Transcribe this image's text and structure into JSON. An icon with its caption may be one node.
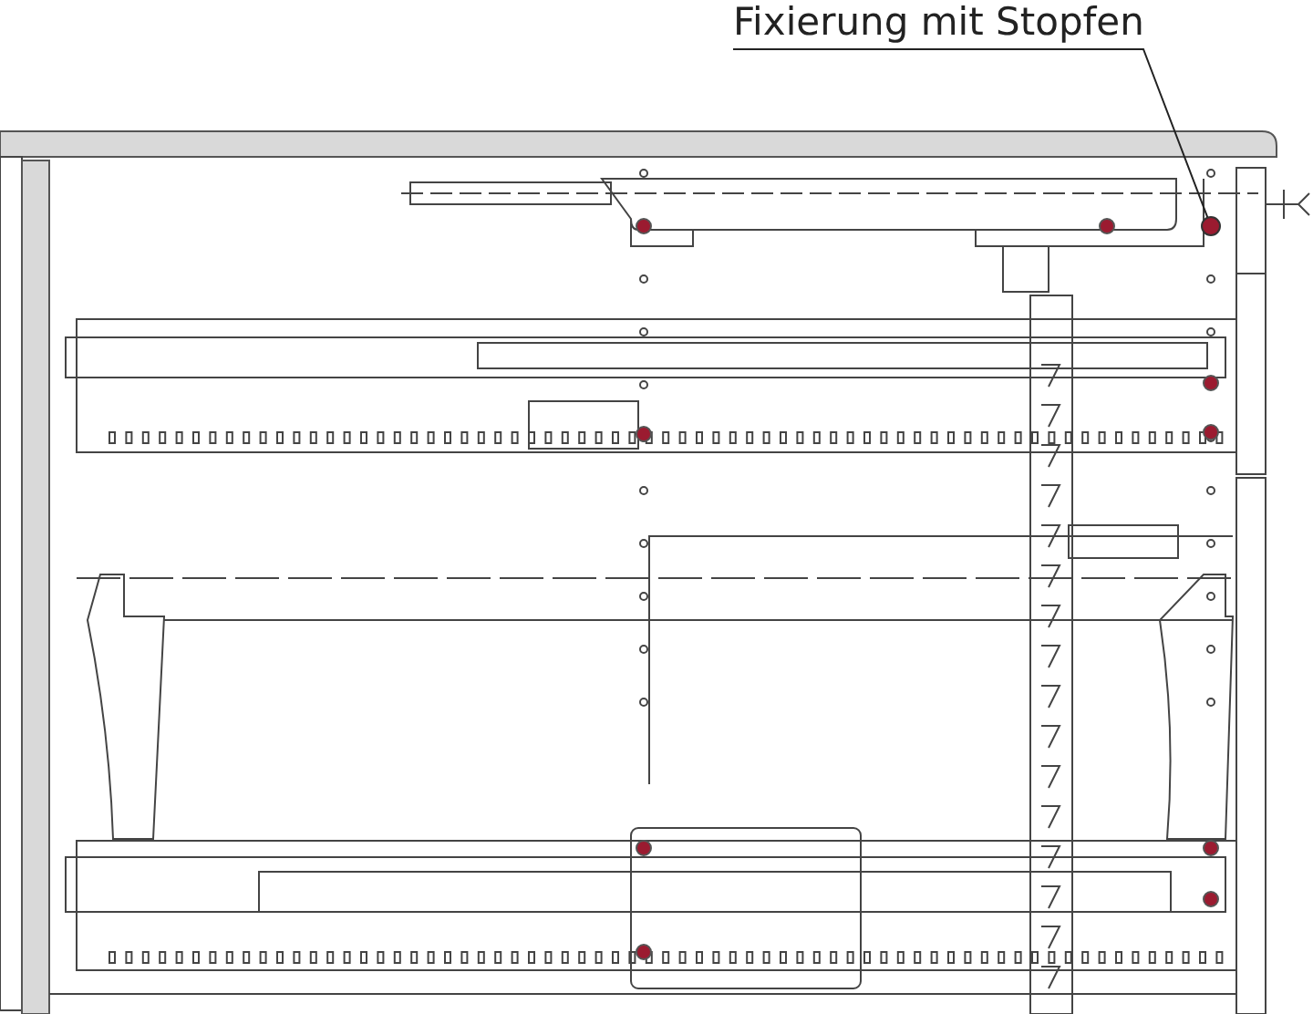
{
  "diagram": {
    "nodes": [
      {
        "text": [
          "Fixierung mit Stopfen"
        ]
      },
      {
        "text": [],
        "shape": "circle"
      }
    ],
    "edges": [
      {
        "from": 0,
        "to": 1,
        "arrow": "none"
      }
    ]
  }
}
